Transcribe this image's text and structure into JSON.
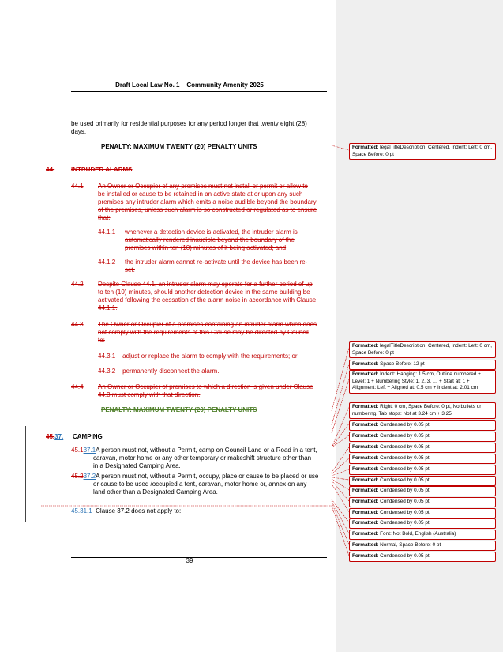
{
  "header": {
    "title": "Draft Local Law No. 1 – Community Amenity 2025"
  },
  "footer": {
    "page_number": "39"
  },
  "body": {
    "cont_line1": "be used primarily for residential purposes for any period longer that twenty eight (28)",
    "cont_line2": "days.",
    "penalty1": "PENALTY: MAXIMUM TWENTY (20) PENALTY UNITS",
    "clause44_num": "44.",
    "clause44_title": "INTRUDER ALARMS",
    "c441_num": "44.1",
    "c441_lines": [
      "An Owner or Occupier of any premises must not install or permit or allow to",
      "be installed or cause to be retained in an active state at or upon any such",
      "premises any intruder alarm which emits a noise audible beyond the boundary",
      "of the premises, unless such alarm is so constructed or regulated as to ensure",
      "that:"
    ],
    "c4411_num": "44.1.1",
    "c4411_lines": [
      "whenever a detection device is activated, the intruder alarm is",
      "automatically rendered inaudible beyond the boundary of the",
      "premises within ten (10) minutes of it being activated; and"
    ],
    "c4412_num": "44.1.2",
    "c4412_lines": [
      "the intruder alarm cannot re-activate until the device has been re-",
      "set."
    ],
    "c442_num": "44.2",
    "c442_lines": [
      "Despite Clause 44.1, an intruder alarm may operate for a further period of up",
      "to ten (10) minutes, should another detection device in the same building be",
      "activated following the cessation of the alarm noise in accordance with Clause",
      "44.1.1."
    ],
    "c443_num": "44.3",
    "c443_lines": [
      "The Owner or Occupier of a premises containing an intruder alarm which does",
      "not comply with the requirements of this Clause may be directed by Council",
      "to:"
    ],
    "c4431": "44.3.1    adjust or replace the alarm to comply with the requirements; or",
    "c4432": "44.3.2    permanently disconnect the alarm.",
    "c444_num": "44.4",
    "c444_lines": [
      "An Owner or Occupier of premises to which a direction is given under Clause",
      "44.3 must comply with that direction."
    ],
    "penalty2": "PENALTY: MAXIMUM TWENTY (20) PENALTY UNITS",
    "c45_del": "45.",
    "c45_ins": "37.",
    "c45_title": "CAMPING",
    "c451_del": "45.1",
    "c451_ins": "37.1",
    "c451_line1": "A person must not, without a Permit, camp on Council Land or a Road in a tent,",
    "c451_line2": "caravan, motor home or any other temporary or makeshift structure other than",
    "c451_line3": "in a Designated Camping Area.",
    "c452_del": "45.2",
    "c452_ins": "37.2",
    "c452_line1": "A person must not, without a Permit, occupy, place or cause to be placed or use",
    "c452_line2": "or cause to be used /occupied a tent, caravan, motor home or, annex on any",
    "c452_line3": "land other than a Designated Camping Area.",
    "c4531_del": "45.3",
    "c4531_ins": "1.1",
    "c4531_text": "Clause 37.2 does not apply to:"
  },
  "comments": [
    {
      "label": "Formatted:",
      "text": "legalTitleDescription, Centered, Indent: Left: 0 cm, Space Before: 0 pt"
    },
    {
      "label": "Formatted:",
      "text": "legalTitleDescription, Centered, Indent: Left: 0 cm, Space Before: 0 pt"
    },
    {
      "label": "Formatted:",
      "text": "Space Before: 12 pt"
    },
    {
      "label": "Formatted:",
      "text": "Indent: Hanging: 1.5 cm, Outline numbered + Level: 1 + Numbering Style: 1, 2, 3, … + Start at: 1 + Alignment: Left + Aligned at: 0.5 cm + Indent at: 2.01 cm"
    },
    {
      "label": "Formatted:",
      "text": "Right: 0 cm, Space Before: 0 pt, No bullets or numbering, Tab stops: Not at 3.24 cm + 3.25"
    },
    {
      "label": "Formatted:",
      "text": "Condensed by 0.05 pt"
    },
    {
      "label": "Formatted:",
      "text": "Condensed by 0.05 pt"
    },
    {
      "label": "Formatted:",
      "text": "Condensed by 0.05 pt"
    },
    {
      "label": "Formatted:",
      "text": "Condensed by 0.05 pt"
    },
    {
      "label": "Formatted:",
      "text": "Condensed by 0.05 pt"
    },
    {
      "label": "Formatted:",
      "text": "Condensed by 0.05 pt"
    },
    {
      "label": "Formatted:",
      "text": "Condensed by 0.05 pt"
    },
    {
      "label": "Formatted:",
      "text": "Condensed by 0.05 pt"
    },
    {
      "label": "Formatted:",
      "text": "Condensed by 0.05 pt"
    },
    {
      "label": "Formatted:",
      "text": "Condensed by 0.05 pt"
    },
    {
      "label": "Formatted:",
      "text": "Font: Not Bold, English (Australia)"
    },
    {
      "label": "Formatted:",
      "text": "Normal, Space Before: 0 pt"
    },
    {
      "label": "Formatted:",
      "text": "Condensed by 0.05 pt"
    }
  ]
}
